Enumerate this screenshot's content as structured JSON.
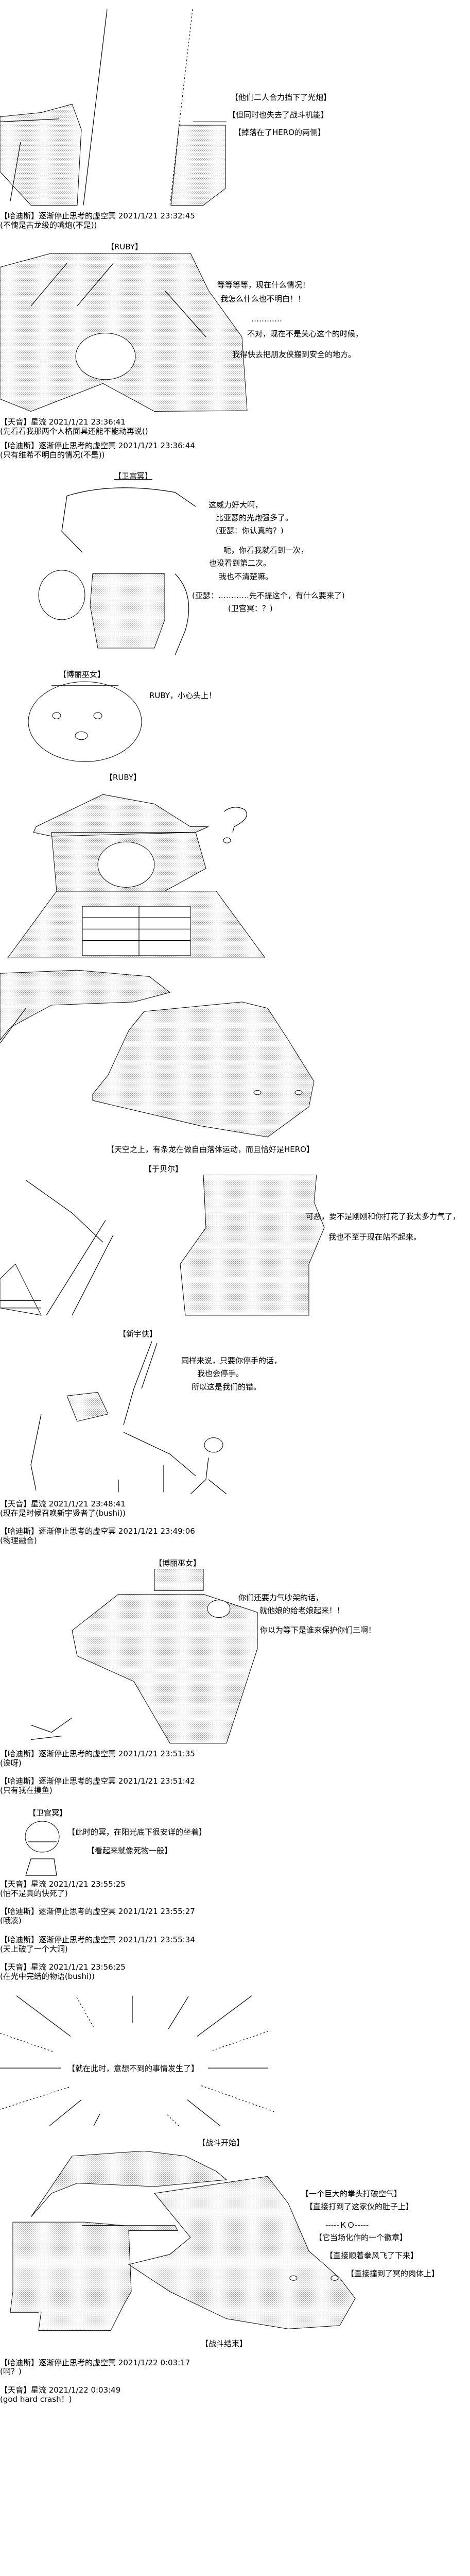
{
  "panel1": {
    "captions": [
      "【他们二人合力挡下了光炮】",
      "【但同时也失去了战斗机能】",
      "【掉落在了HERO的两侧】"
    ]
  },
  "comments": {
    "c1": {
      "header": "【哈迪斯】逐渐停止思考的虚空冥 2021/1/21 23:32:45",
      "body": "(不愧是古龙级的嘴炮(不是))"
    },
    "c2": {
      "header": "【天音】星流 2021/1/21 23:36:41",
      "body": "(先看看我那两个人格面具还能不能动再说()"
    },
    "c3": {
      "header": "【哈迪斯】逐渐停止思考的虚空冥 2021/1/21 23:36:44",
      "body": "(只有维希不明白的情况(不是))"
    },
    "c4": {
      "header": "【天音】星流 2021/1/21 23:48:41",
      "body": "(现在是时候召唤新宇贤者了(bushi))"
    },
    "c5": {
      "header": "【哈迪斯】逐渐停止思考的虚空冥 2021/1/21 23:49:06",
      "body": "(物理融合)"
    },
    "c6": {
      "header": "【哈迪斯】逐渐停止思考的虚空冥 2021/1/21 23:51:35",
      "body": "(诶呀)"
    },
    "c7": {
      "header": "【哈迪斯】逐渐停止思考的虚空冥 2021/1/21 23:51:42",
      "body": "(只有我在摸鱼)"
    },
    "c8": {
      "header": "【天音】星流 2021/1/21 23:55:25",
      "body": "(怕不是真的快死了)"
    },
    "c9": {
      "header": "【哈迪斯】逐渐停止思考的虚空冥 2021/1/21 23:55:27",
      "body": "(哦凑)"
    },
    "c10": {
      "header": "【哈迪斯】逐渐停止思考的虚空冥 2021/1/21 23:55:34",
      "body": "(天上破了一个大洞)"
    },
    "c11": {
      "header": "【天音】星流 2021/1/21 23:56:25",
      "body": "(在光中完结的物语(bushi))"
    },
    "c12": {
      "header": "【哈迪斯】逐渐停止思考的虚空冥 2021/1/22 0:03:17",
      "body": "(啊？)"
    },
    "c13": {
      "header": "【天音】星流 2021/1/22 0:03:49",
      "body": "(god hard crash！)"
    }
  },
  "panel2": {
    "speaker": "【RUBY】",
    "lines": [
      "等等等等，现在什么情况！",
      "我怎么什么也不明白！！",
      "…………",
      "不对，现在不是关心这个的时候，",
      "我得快去把朋友侠搬到安全的地方。"
    ]
  },
  "panel3": {
    "speaker": "【卫宫冥】",
    "lines": [
      "这威力好大啊，",
      "比亚瑟的光炮强多了。",
      "(亚瑟：你认真的？)",
      "呃，你看我就看到一次，",
      "也没看到第二次。",
      "我也不清楚嘛。",
      "(亚瑟：…………先不提这个，有什么要来了)",
      "(卫宫冥：？)"
    ]
  },
  "panel4": {
    "speaker": "【博丽巫女】",
    "lines": [
      "RUBY，小心头上！"
    ]
  },
  "panel5": {
    "speaker": "【RUBY】",
    "mark": "?"
  },
  "panel6": {
    "caption": "【天空之上，有条龙在做自由落体运动，而且恰好是HERO】"
  },
  "panel7": {
    "speaker": "【于贝尔】",
    "lines": [
      "可恶，要不是刚刚和你打花了我太多力气了，",
      "我也不至于现在站不起来。"
    ]
  },
  "panel8": {
    "speaker": "【新宇侠】",
    "lines": [
      "同样来说，只要你停手的话，",
      "我也会停手。",
      "所以这是我们的错。"
    ]
  },
  "panel9": {
    "speaker": "【博丽巫女】",
    "lines": [
      "你们还要力气吵架的话，",
      "就他娘的给老娘起来！！",
      "你以为等下是谁来保护你们三啊！"
    ]
  },
  "panel10": {
    "speaker": "【卫宫冥】",
    "captions": [
      "【此时的冥，在阳光底下很安详的坐着】",
      "【看起来就像死物一般】"
    ]
  },
  "panel11": {
    "caption": "【就在此时，意想不到的事情发生了】"
  },
  "panel12": {
    "start": "【战斗开始】",
    "captions": [
      "【一个巨大的拳头打破空气】",
      "【直接打到了这家伙的肚子上】",
      "-----ＫＯ-----",
      "【它当场化作的一个徽章】",
      "【直接顺着拳风飞了下来】",
      "【直接撞到了冥的肉体上】"
    ],
    "end": "【战斗结束】"
  },
  "colors": {
    "ink": "#000000",
    "paper": "#ffffff"
  }
}
